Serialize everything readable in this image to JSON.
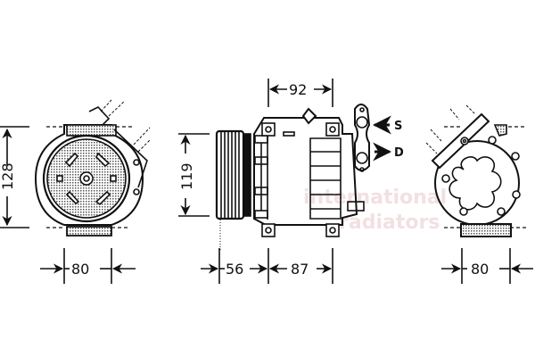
{
  "diagram": {
    "subject": "A/C compressor technical drawing (three views)",
    "views": [
      {
        "name": "front-view",
        "dimensions": {
          "height": "128",
          "width": "80"
        }
      },
      {
        "name": "side-view",
        "dimensions": {
          "height": "119",
          "top_width": "92",
          "pulley_width": "56",
          "body_width": "87"
        },
        "ports": [
          {
            "label": "S",
            "direction": "in"
          },
          {
            "label": "D",
            "direction": "out"
          }
        ]
      },
      {
        "name": "rear-view",
        "dimensions": {
          "width": "80"
        }
      }
    ],
    "watermark": [
      "international",
      "radiators"
    ]
  }
}
